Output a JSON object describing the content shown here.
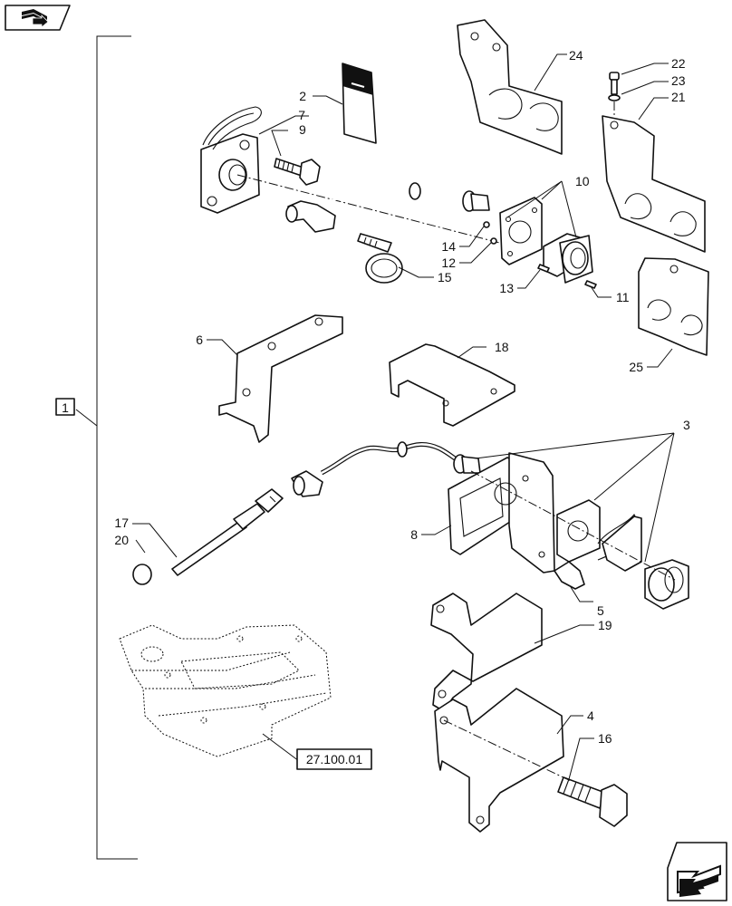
{
  "nav": {
    "top_icon": "book-arrow-icon",
    "bottom_icon": "next-page-arrow-icon"
  },
  "group_label": "1",
  "reference_label": "27.100.01",
  "callouts": [
    "2",
    "3",
    "4",
    "5",
    "6",
    "7",
    "8",
    "9",
    "10",
    "11",
    "12",
    "13",
    "14",
    "15",
    "16",
    "17",
    "18",
    "19",
    "20",
    "21",
    "22",
    "23",
    "24",
    "25"
  ]
}
